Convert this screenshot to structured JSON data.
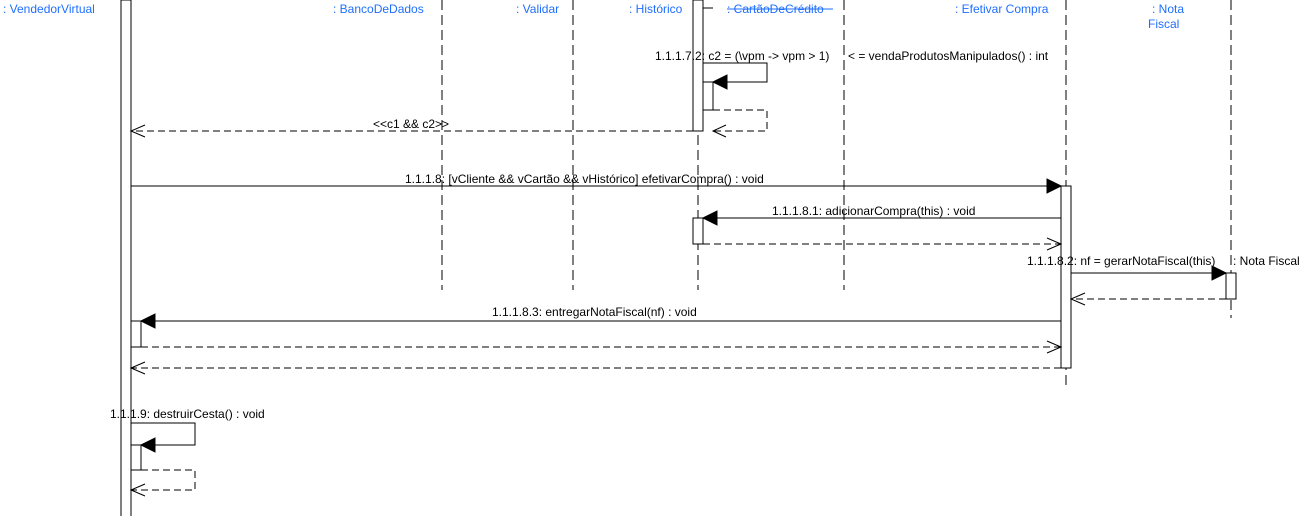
{
  "lifelines": {
    "vendedor": ": VendedorVirtual",
    "banco": ": BancoDeDados",
    "validar": ": Validar",
    "historico": ": Histórico",
    "cartao": ": CartãoDeCrédito",
    "efetivar": ": Efetivar Compra",
    "nota_line1": ": Nota",
    "nota_line2": "Fiscal"
  },
  "messages": {
    "m1172": "1.1.1.7.2: c2 = (\\vpm -> vpm > 1) ",
    "m1172_tail": "< = vendaProdutosManipulados() : int",
    "ret_c1c2": "<<c1 && c2>>",
    "m1118": "1.1.1.8: [vCliente && vCartão && vHistórico] efetivarCompra() : void",
    "m11181": "1.1.1.8.1: adicionarCompra(this) : void",
    "m11182": "1.1.1.8.2: nf = gerarNotaFiscal(this)",
    "m11182_target": ": Nota Fiscal",
    "m11183": "1.1.1.8.3: entregarNotaFiscal(nf) : void",
    "m1119": "1.1.1.9: destruirCesta() : void"
  }
}
